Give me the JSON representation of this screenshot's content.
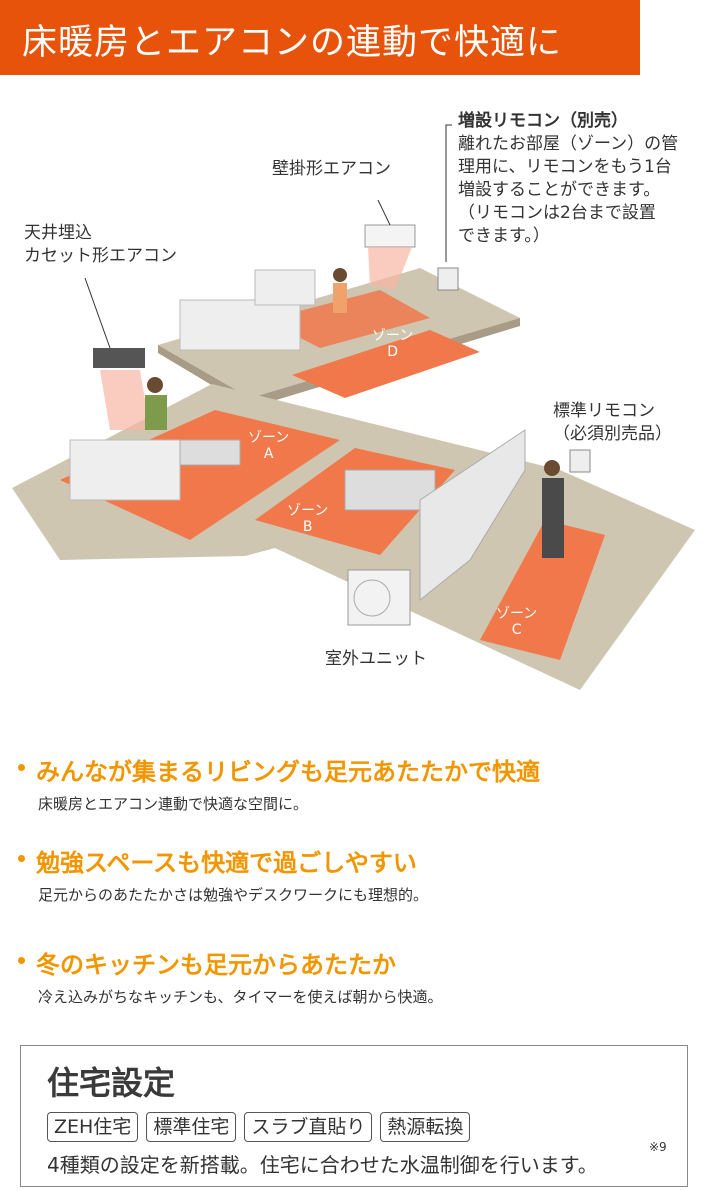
{
  "header": {
    "title": "床暖房とエアコンの連動で快適に"
  },
  "illustration": {
    "labels": {
      "ceiling_ac": [
        "天井埋込",
        "カセット形エアコン"
      ],
      "wall_ac": "壁掛形エアコン",
      "extra_remote_title": "増設リモコン（別売）",
      "extra_remote_desc": [
        "離れたお部屋（ゾーン）の管",
        "理用に、リモコンをもう1台",
        "増設することができます。",
        "（リモコンは2台まで設置",
        "できます。）"
      ],
      "standard_remote": [
        "標準リモコン",
        "（必須別売品）"
      ],
      "outdoor_unit": "室外ユニット"
    },
    "zones": [
      {
        "label": "ゾーン",
        "letter": "A"
      },
      {
        "label": "ゾーン",
        "letter": "B"
      },
      {
        "label": "ゾーン",
        "letter": "C"
      },
      {
        "label": "ゾーン",
        "letter": "D"
      }
    ],
    "colors": {
      "zone": "#F0784A",
      "floor": "#CFC6B2",
      "accent": "#E8530B"
    }
  },
  "features": [
    {
      "title": "みんなが集まるリビングも足元あたたかで快適",
      "desc": "床暖房とエアコン連動で快適な空間に。"
    },
    {
      "title": "勉強スペースも快適で過ごしやすい",
      "desc": "足元からのあたたかさは勉強やデスクワークにも理想的。"
    },
    {
      "title": "冬のキッチンも足元からあたたか",
      "desc": "冷え込みがちなキッチンも、タイマーを使えば朝から快適。"
    }
  ],
  "settings": {
    "title": "住宅設定",
    "tags": [
      "ZEH住宅",
      "標準住宅",
      "スラブ直貼り",
      "熱源転換"
    ],
    "desc": "4種類の設定を新搭載。住宅に合わせた水温制御を行います。",
    "note": "※9"
  }
}
